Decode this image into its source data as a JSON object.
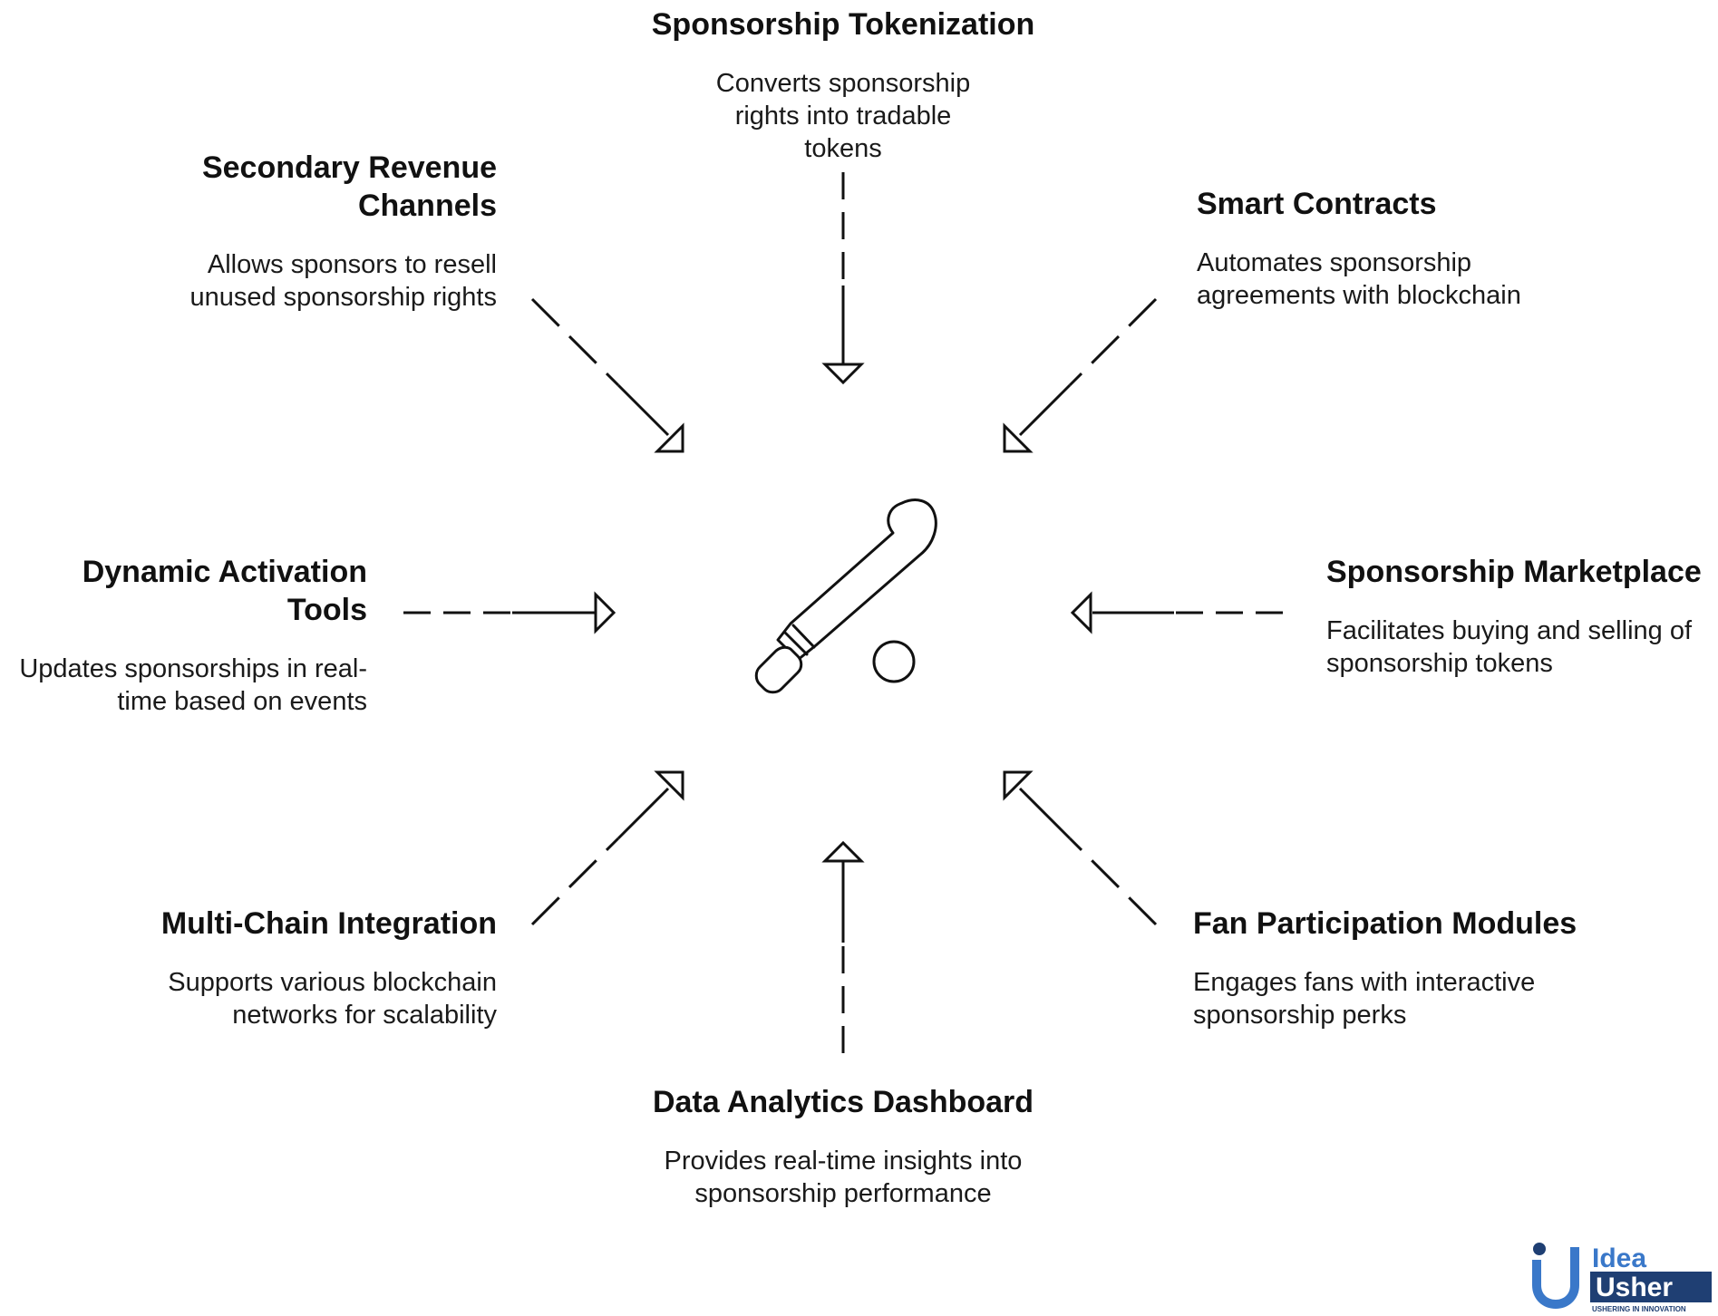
{
  "center_icon": "baseball-bat-and-ball-icon",
  "nodes": {
    "sponsorship_tokenization": {
      "title": "Sponsorship Tokenization",
      "desc": "Converts sponsorship rights into tradable tokens"
    },
    "smart_contracts": {
      "title": "Smart Contracts",
      "desc": "Automates sponsorship agreements with blockchain"
    },
    "sponsorship_marketplace": {
      "title": "Sponsorship Marketplace",
      "desc": "Facilitates buying and selling of sponsorship tokens"
    },
    "fan_participation": {
      "title": "Fan Participation Modules",
      "desc": "Engages fans with interactive sponsorship perks"
    },
    "data_analytics": {
      "title": "Data Analytics Dashboard",
      "desc": "Provides real-time insights into sponsorship performance"
    },
    "multi_chain": {
      "title": "Multi-Chain Integration",
      "desc": "Supports various blockchain networks for scalability"
    },
    "dynamic_activation": {
      "title": "Dynamic Activation Tools",
      "desc": "Updates sponsorships in real-time based on events"
    },
    "secondary_revenue": {
      "title": "Secondary Revenue Channels",
      "desc": "Allows sponsors to resell unused sponsorship rights"
    }
  },
  "logo": {
    "line1": "Idea",
    "line2": "Usher",
    "tagline": "USHERING IN INNOVATION",
    "accent_color": "#3a78c9",
    "dark_color": "#1f3f73"
  },
  "colors": {
    "stroke": "#111111",
    "text": "#111111"
  }
}
